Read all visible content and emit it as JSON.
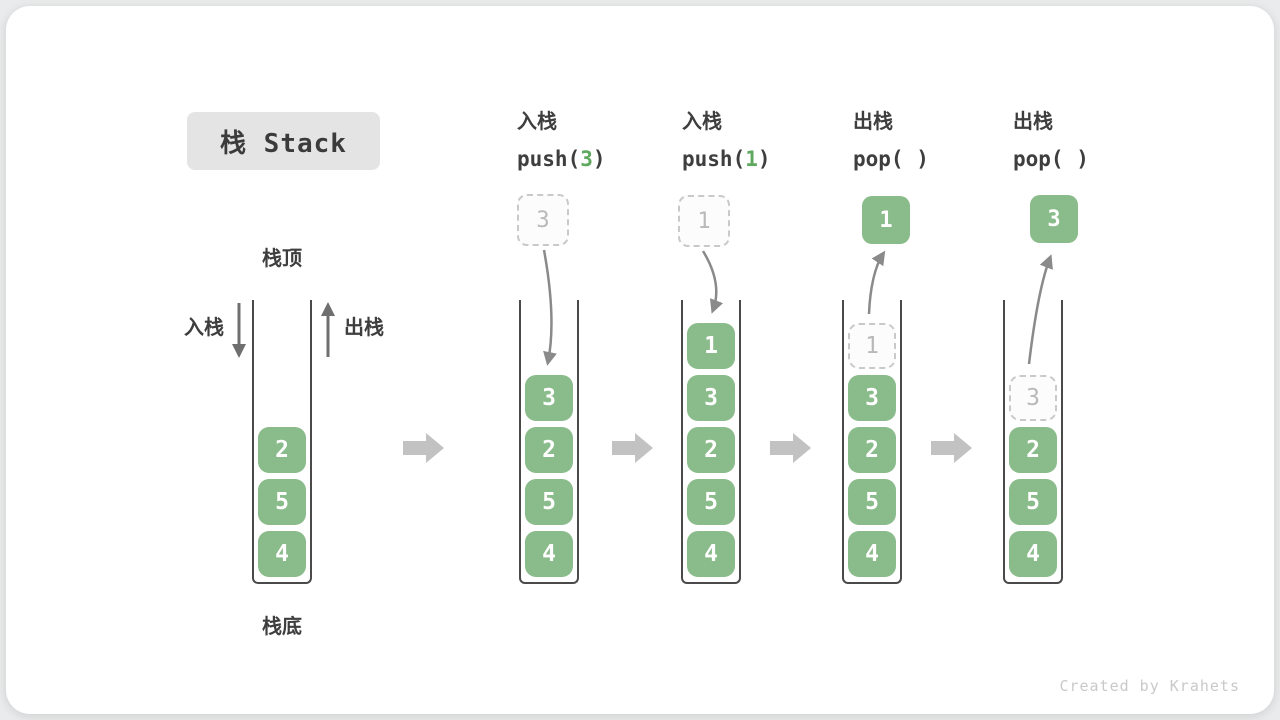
{
  "title": "栈 Stack",
  "watermark": "Created by Krahets",
  "labels": {
    "stack_top": "栈顶",
    "stack_bottom": "栈底",
    "push_action": "入栈",
    "pop_action": "出栈"
  },
  "steps": [
    {
      "action": "入栈",
      "code_before": "push(",
      "code_arg": "3",
      "code_after": ")",
      "float_value": "3",
      "float_style": "dashed"
    },
    {
      "action": "入栈",
      "code_before": "push(",
      "code_arg": "1",
      "code_after": ")",
      "float_value": "1",
      "float_style": "dashed"
    },
    {
      "action": "出栈",
      "code_before": "pop(",
      "code_arg": " ",
      "code_after": ")",
      "float_value": "1",
      "float_style": "solid"
    },
    {
      "action": "出栈",
      "code_before": "pop(",
      "code_arg": " ",
      "code_after": ")",
      "float_value": "3",
      "float_style": "solid"
    }
  ],
  "stacks": [
    {
      "cells": [
        {
          "value": "2"
        },
        {
          "value": "5"
        },
        {
          "value": "4"
        }
      ]
    },
    {
      "cells": [
        {
          "value": "3"
        },
        {
          "value": "2"
        },
        {
          "value": "5"
        },
        {
          "value": "4"
        }
      ]
    },
    {
      "cells": [
        {
          "value": "1"
        },
        {
          "value": "3"
        },
        {
          "value": "2"
        },
        {
          "value": "5"
        },
        {
          "value": "4"
        }
      ]
    },
    {
      "cells": [
        {
          "value": "1",
          "ghost": true
        },
        {
          "value": "3"
        },
        {
          "value": "2"
        },
        {
          "value": "5"
        },
        {
          "value": "4"
        }
      ]
    },
    {
      "cells": [
        {
          "value": "3",
          "ghost": true
        },
        {
          "value": "2"
        },
        {
          "value": "5"
        },
        {
          "value": "4"
        }
      ]
    }
  ],
  "colors": {
    "cell_green": "#8ABB8A",
    "code_arg_green": "#5FA85F",
    "title_bg": "#E4E4E4",
    "text_dark": "#3E3E3E",
    "container_border": "#4A4A4A",
    "ghost_border": "#C9C9C9",
    "ghost_text": "#B9B9B9",
    "step_arrow_gray": "#C2C2C2",
    "flow_arrow_gray": "#8A8A8A",
    "watermark_gray": "#C9C9C9"
  }
}
